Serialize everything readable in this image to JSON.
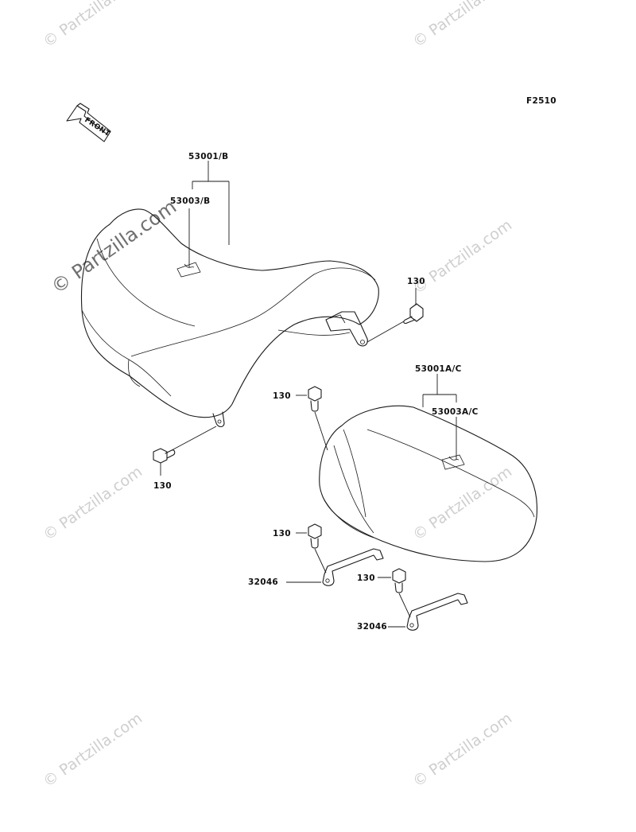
{
  "figure_code": "F2510",
  "front_label": "FRONT",
  "watermark_text": "© Partzilla.com",
  "labels": {
    "seat_assy_b": "53001/B",
    "cover_b": "53003/B",
    "seat_assy_ac": "53001A/C",
    "cover_ac": "53003A/C",
    "bolt_top_right": "130",
    "bolt_mid": "130",
    "bolt_left": "130",
    "bolt_lower": "130",
    "bolt_bottom": "130",
    "bracket_1": "32046",
    "bracket_2": "32046"
  }
}
